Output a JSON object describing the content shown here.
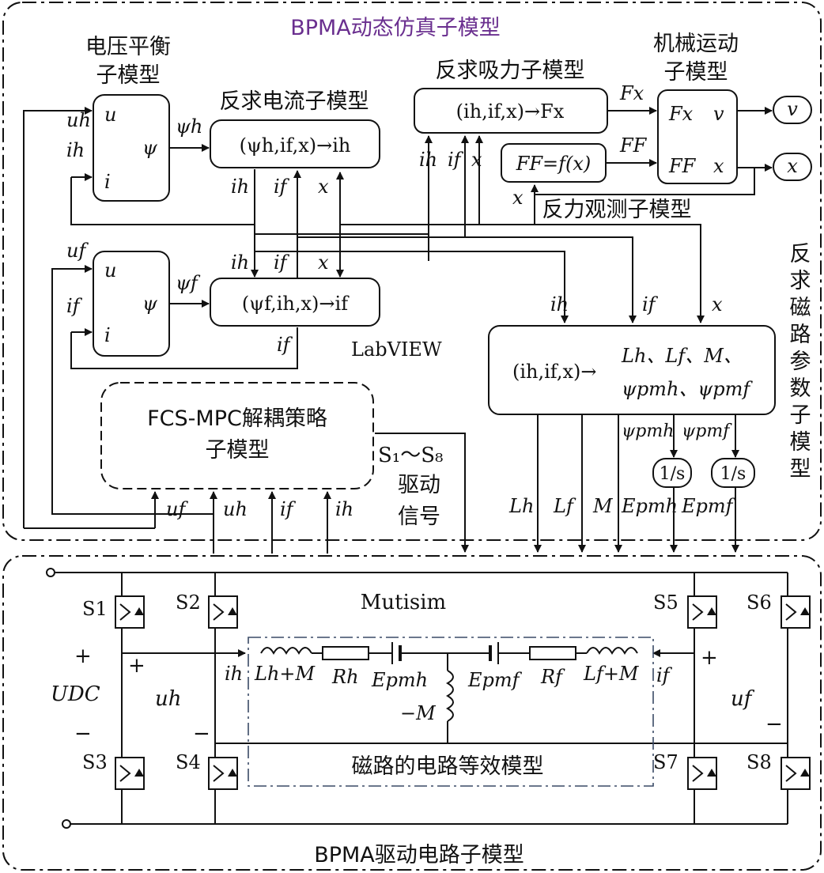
{
  "labels": {
    "top_title": "BPMA动态仿真子模型",
    "top_title_color": "#6a2f8f",
    "bottom_title": "BPMA驱动电路子模型",
    "voltage_balance": [
      "电压平衡",
      "子模型"
    ],
    "inverse_current": "反求电流子模型",
    "inverse_attraction": "反求吸力子模型",
    "mechanical": [
      "机械运动",
      "子模型"
    ],
    "reaction_obs": "反力观测子模型",
    "inverse_magnetic": [
      "反",
      "求",
      "磁",
      "路",
      "参",
      "数",
      "子",
      "模",
      "型"
    ],
    "labview": "LabVIEW",
    "fcs_mpc": [
      "FCS-MPC解耦策略",
      "子模型"
    ],
    "drive_signal": [
      "S₁～S₈",
      "驱动",
      "信号"
    ],
    "multisim": "Mutisim",
    "equiv_model": "磁路的电路等效模型"
  },
  "blocks": {
    "vb_h": {
      "in_u": "u",
      "in_i": "i",
      "out": "ψ"
    },
    "vb_f": {
      "in_u": "u",
      "in_i": "i",
      "out": "ψ"
    },
    "ic_h": "(ψh,if,x)→ih",
    "ic_f": "(ψf,ih,x)→if",
    "attr": "(ih,if,x)→Fx",
    "ff": "FF=f(x)",
    "mech": {
      "fx": "Fx",
      "v": "v",
      "ff": "FF",
      "x": "x"
    },
    "param": {
      "in": "(ih,if,x)→",
      "out1": "Lh、Lf、M、",
      "out2": "ψpmh、ψpmf"
    },
    "int1": "1/s",
    "int2": "1/s",
    "out_v": "v",
    "out_x": "x"
  },
  "signals": {
    "uh": "uh",
    "ih": "ih",
    "uf": "uf",
    "if": "if",
    "psih": "ψh",
    "psif": "ψf",
    "x": "x",
    "Fx": "Fx",
    "FF": "FF",
    "psipmh": "ψpmh",
    "psipmf": "ψpmf",
    "Lh": "Lh",
    "Lf": "Lf",
    "M": "M",
    "Epmh": "Epmh",
    "Epmf": "Epmf"
  },
  "circuit": {
    "switches": [
      "S1",
      "S2",
      "S3",
      "S4",
      "S5",
      "S6",
      "S7",
      "S8"
    ],
    "udc": "UDC",
    "plus": "+",
    "minus": "−",
    "Lh_M": "Lh+M",
    "Rh": "Rh",
    "Epmh": "Epmh",
    "Epmf": "Epmf",
    "Rf": "Rf",
    "Lf_M": "Lf+M",
    "neg_M": "−M",
    "ih": "ih",
    "if": "if",
    "uh": "uh",
    "uf": "uf"
  }
}
